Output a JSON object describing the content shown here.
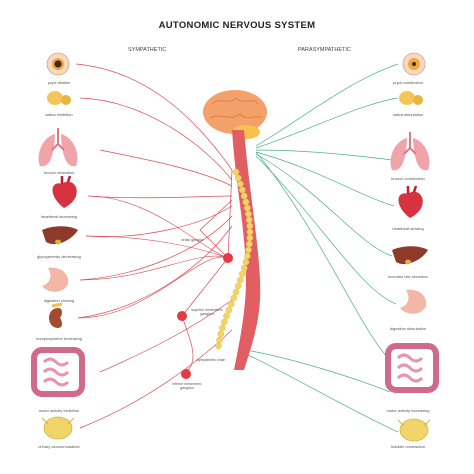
{
  "title": "AUTONOMIC NERVOUS SYSTEM",
  "left_heading": "SYMPATHETIC",
  "right_heading": "PARASYMPATHETIC",
  "left_labels": [
    "pupil dilation",
    "saliva inhibition",
    "bronch relaxation",
    "heartbeat increasing",
    "glycogenesis decreasing",
    "digestion slowing",
    "norepinephrine increasing",
    "motor activity inhibition",
    "urinary accommodation"
  ],
  "right_labels": [
    "pupil constriction",
    "saliva stimulation",
    "bronch constriction",
    "heartbeat slowing",
    "increase bile secretion",
    "digestion stimulation",
    "motor activity increasing",
    "bladder contraction"
  ],
  "ganglia": {
    "celiac": "celiac ganglia",
    "superior": "superior mesenteric ganglion",
    "inferior": "inferior mesenteric ganglion",
    "chain": "sympathetic chain"
  },
  "colors": {
    "sympathetic_nerve": "#d94b52",
    "parasympathetic_nerve": "#4caf86",
    "ganglion": "#e43a44",
    "spinal_chain": "#f1d36a",
    "brain": "#f4a06b",
    "spine": "#e15f63"
  }
}
